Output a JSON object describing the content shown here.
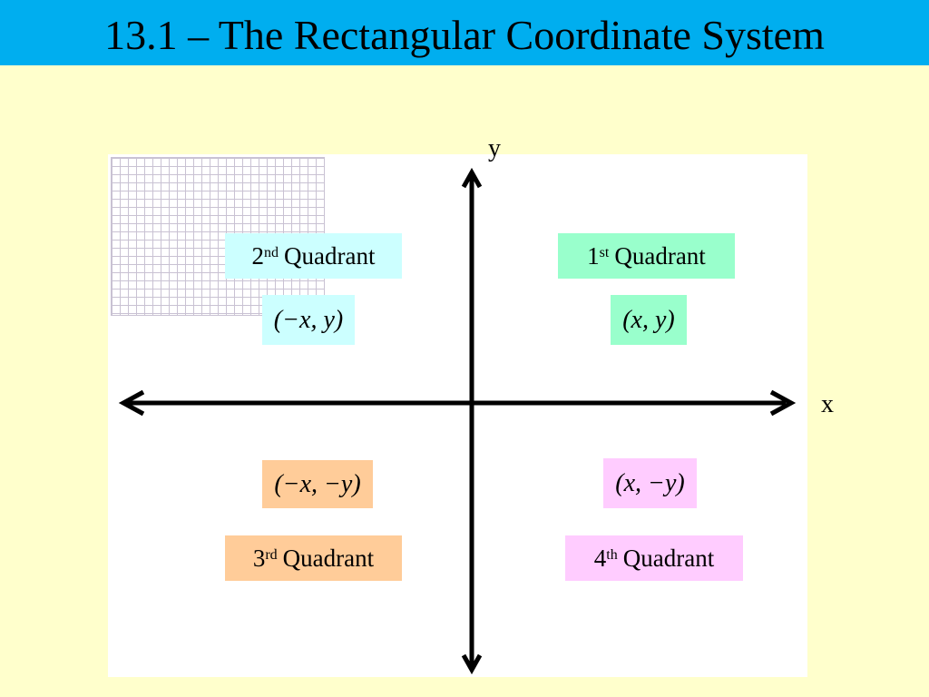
{
  "slide": {
    "title": "13.1 – The Rectangular Coordinate System"
  },
  "axes": {
    "x_label": "x",
    "y_label": "y"
  },
  "quadrants": [
    {
      "num": "1",
      "suffix": "st",
      "name": "Quadrant",
      "coords": "(x, y)",
      "color": "#99ffcc"
    },
    {
      "num": "2",
      "suffix": "nd",
      "name": "Quadrant",
      "coords": "(−x, y)",
      "color": "#ccffff"
    },
    {
      "num": "3",
      "suffix": "rd",
      "name": "Quadrant",
      "coords": "(−x, −y)",
      "color": "#ffcc99"
    },
    {
      "num": "4",
      "suffix": "th",
      "name": "Quadrant",
      "coords": "(x, −y)",
      "color": "#ffccff"
    }
  ],
  "colors": {
    "title_bar": "#00aeef",
    "background": "#ffffcc",
    "panel": "#ffffff"
  }
}
